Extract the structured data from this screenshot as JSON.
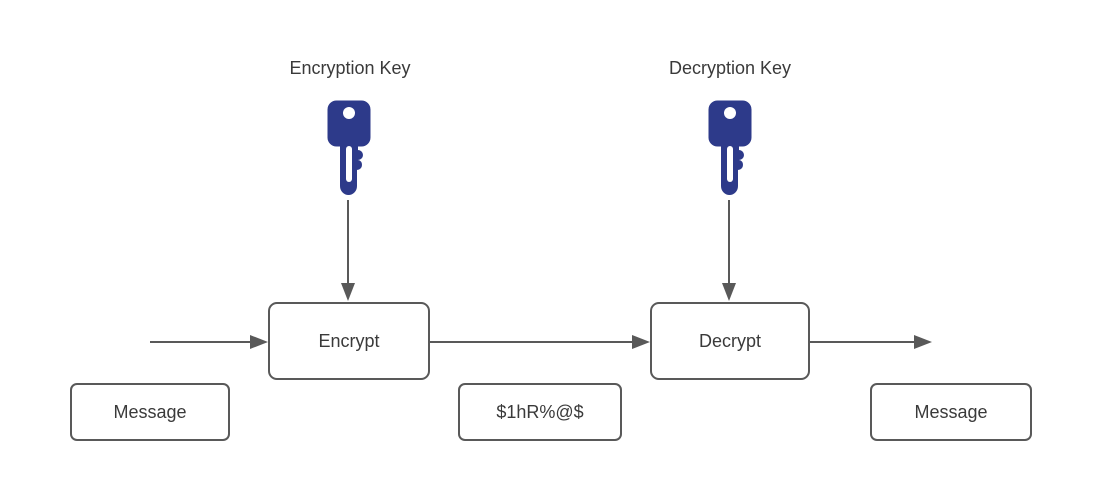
{
  "labels": {
    "encryption_key": "Encryption Key",
    "decryption_key": "Decryption Key"
  },
  "nodes": {
    "encrypt": "Encrypt",
    "decrypt": "Decrypt",
    "message_in": "Message",
    "ciphertext": "$1hR%@$",
    "message_out": "Message"
  },
  "icons": {
    "encryption_key": "key-icon",
    "decryption_key": "key-icon"
  },
  "colors": {
    "key_fill": "#2d3a8a",
    "line": "#595959",
    "box_border": "#595959",
    "text": "#3a3a3a",
    "background": "#ffffff"
  }
}
